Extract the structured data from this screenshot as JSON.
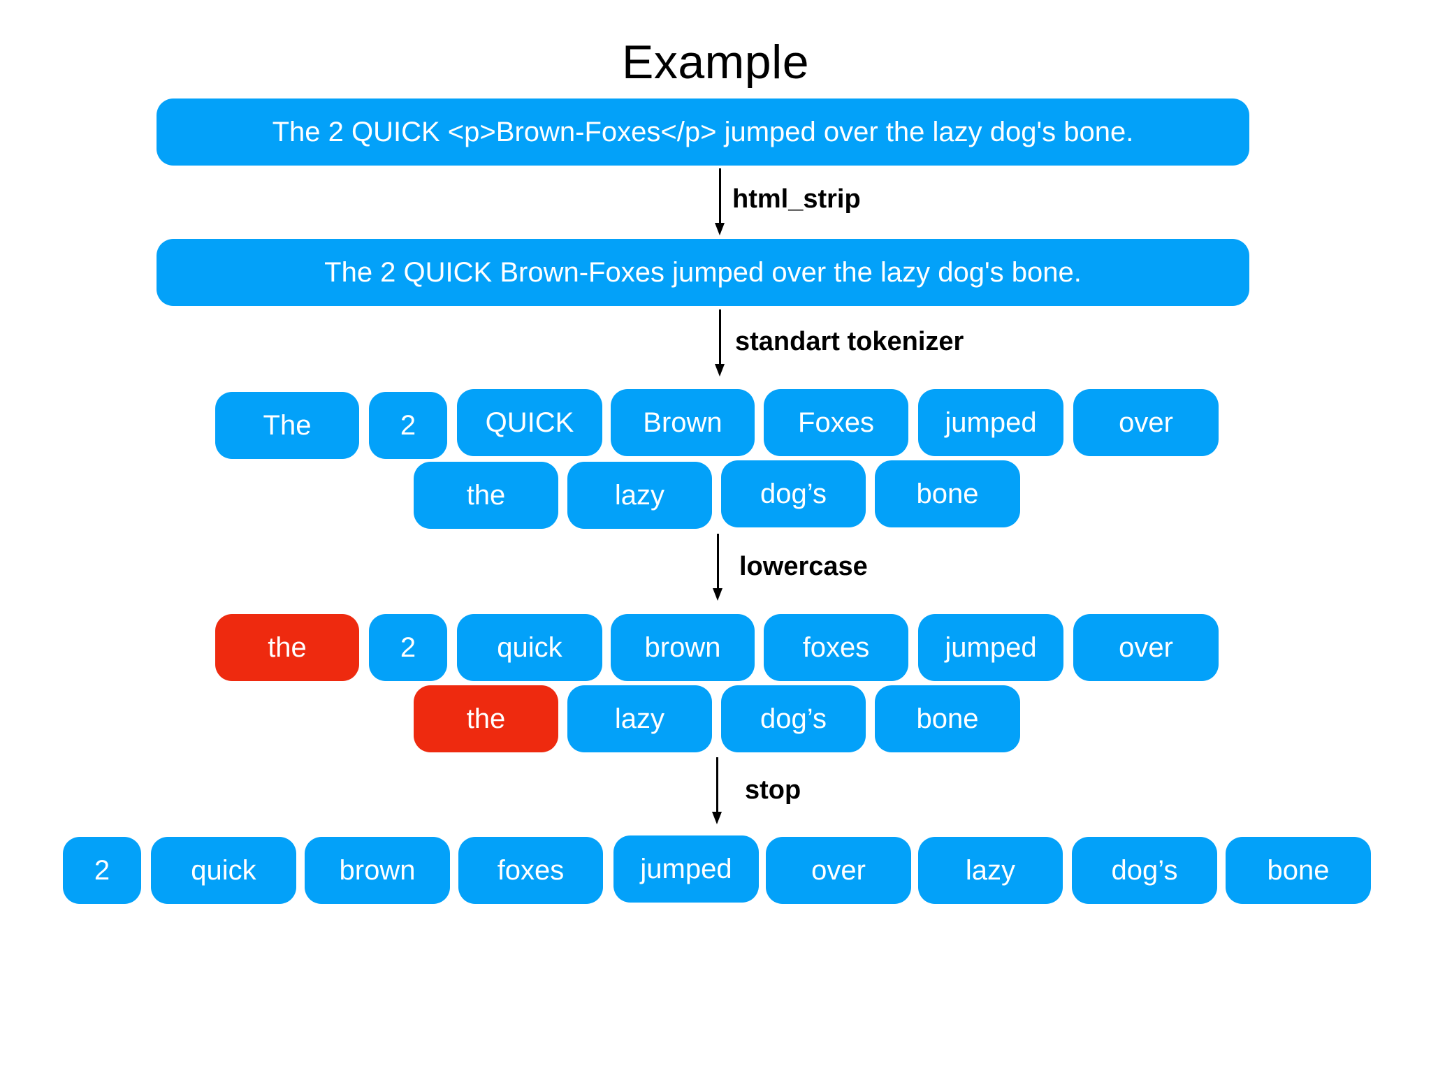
{
  "title": "Example",
  "input_text": "The 2 QUICK <p>Brown-Foxes</p> jumped over the lazy dog's bone.",
  "stripped_text": "The 2 QUICK Brown-Foxes jumped over the lazy dog's bone.",
  "steps": {
    "html_strip": "html_strip",
    "tokenizer": "standart tokenizer",
    "lowercase": "lowercase",
    "stop": "stop"
  },
  "tokenized": {
    "row1": [
      "The",
      "2",
      "QUICK",
      "Brown",
      "Foxes",
      "jumped",
      "over"
    ],
    "row2": [
      "the",
      "lazy",
      "dog’s",
      "bone"
    ]
  },
  "lowercased": {
    "row1": [
      "the",
      "2",
      "quick",
      "brown",
      "foxes",
      "jumped",
      "over"
    ],
    "row2": [
      "the",
      "lazy",
      "dog’s",
      "bone"
    ]
  },
  "stopped": [
    "2",
    "quick",
    "brown",
    "foxes",
    "jumped",
    "over",
    "lazy",
    "dog’s",
    "bone"
  ],
  "colors": {
    "token": "#03a1f9",
    "removed_token": "#ee2a0f"
  }
}
